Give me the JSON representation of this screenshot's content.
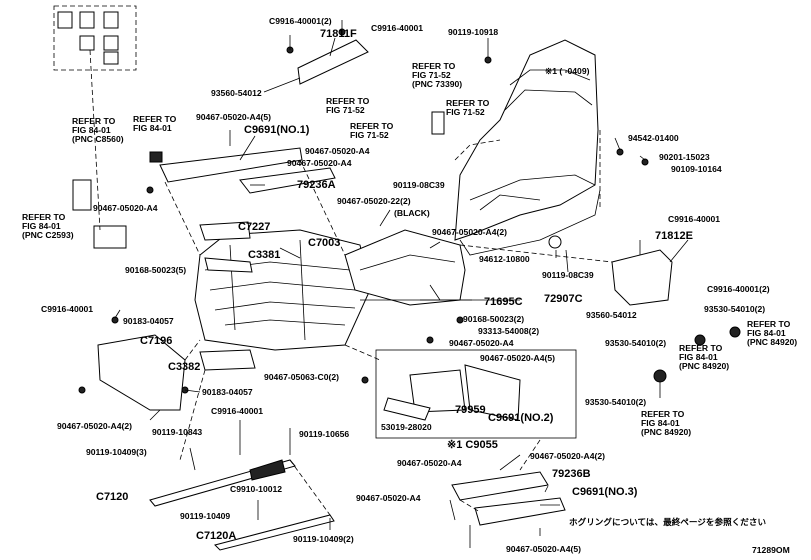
{
  "drawing_id": "71289OM",
  "note_top": "※1 (  -0409)",
  "footer_note": "ホグリングについては、最終ページを参照ください",
  "labels": {
    "l_c9916_2_top": "C9916-40001(2)",
    "l_71811f": "71811F",
    "l_c9916_top": "C9916-40001",
    "l_90119_10918": "90119-10918",
    "l_93560_54012_a": "93560-54012",
    "l_ref7152_a": "REFER TO\nFIG 71-52\n(PNC 73390)",
    "l_ref7152_b": "REFER TO\nFIG 71-52",
    "l_ref7152_c": "REFER TO\nFIG 71-52",
    "l_ref7152_d": "REFER TO\nFIG 71-52",
    "l_ref8401_a": "REFER TO\nFIG 84-01\n(PNC C8560)",
    "l_ref8401_b": "REFER TO\nFIG 84-01",
    "l_90467_a4_5_top": "90467-05020-A4(5)",
    "l_c9691_no1": "C9691(NO.1)",
    "l_90467_a4_b": "90467-05020-A4",
    "l_90467_a4_c": "90467-05020-A4",
    "l_79236a": "79236A",
    "l_90467_a4_d": "90467-05020-A4",
    "l_94542": "94542-01400",
    "l_90201": "90201-15023",
    "l_90109": "90109-10164",
    "l_90119_08c39_a": "90119-08C39",
    "l_90467_22_2": "90467-05020-22(2)",
    "l_black": "(BLACK)",
    "l_ref8401_c2593": "REFER TO\nFIG 84-01\n(PNC C2593)",
    "l_c7227": "C7227",
    "l_c3381": "C3381",
    "l_c7003": "C7003",
    "l_90467_a4_2_mid": "90467-05020-A4(2)",
    "l_94612": "94612-10800",
    "l_90119_08c39_b": "90119-08C39",
    "l_c9916_r": "C9916-40001",
    "l_71812e": "71812E",
    "l_90168_5_a": "90168-50023(5)",
    "l_c9916_2_r": "C9916-40001(2)",
    "l_93530_2_a": "93530-54010(2)",
    "l_71695c": "71695C",
    "l_72907c": "72907C",
    "l_93560_54012_b": "93560-54012",
    "l_c9916_l": "C9916-40001",
    "l_90183_a": "90183-04057",
    "l_90168_2": "90168-50023(2)",
    "l_93313_2": "93313-54008(2)",
    "l_ref8401_pnc84920_a": "REFER TO\nFIG 84-01\n(PNC 84920)",
    "l_90467_a4_e": "90467-05020-A4",
    "l_90467_a4_5_box": "90467-05020-A4(5)",
    "l_93530_2_b": "93530-54010(2)",
    "l_c7196": "C7196",
    "l_c3382": "C3382",
    "l_90467_c0_2": "90467-05063-C0(2)",
    "l_ref8401_pnc84920_b": "REFER TO\nFIG 84-01\n(PNC 84920)",
    "l_90183_b": "90183-04057",
    "l_93530_2_c": "93530-54010(2)",
    "l_c9916_mid": "C9916-40001",
    "l_79959": "79959",
    "l_c9691_no2": "C9691(NO.2)",
    "l_53019": "53019-28020",
    "l_ref8401_pnc84920_c": "REFER TO\nFIG 84-01\n(PNC 84920)",
    "l_90467_a4_2_l": "90467-05020-A4(2)",
    "l_90119_10843": "90119-10843",
    "l_90119_10656": "90119-10656",
    "l_c9055": "※1 C9055",
    "l_90119_10409_3": "90119-10409(3)",
    "l_90467_a4_f": "90467-05020-A4",
    "l_90467_a4_2_b": "90467-05020-A4(2)",
    "l_79236b": "79236B",
    "l_c7120": "C7120",
    "l_c9910": "C9910-10012",
    "l_c9691_no3": "C9691(NO.3)",
    "l_90467_a4_g": "90467-05020-A4",
    "l_90119_10409_a": "90119-10409",
    "l_c7120a": "C7120A",
    "l_90119_10409_2": "90119-10409(2)",
    "l_90467_a4_5_bot": "90467-05020-A4(5)"
  }
}
